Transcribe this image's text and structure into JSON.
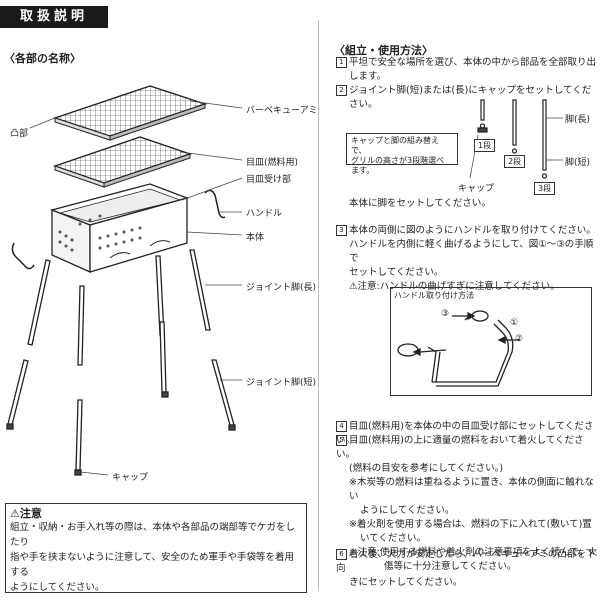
{
  "header": {
    "title": "取扱説明"
  },
  "left": {
    "section_title": "〈各部の名称〉",
    "parts": {
      "bbq_net": "バーベキューアミ",
      "convex": "凸部",
      "fuel_plate": "目皿(燃料用)",
      "fuel_holder": "目皿受け部",
      "handle": "ハンドル",
      "body": "本体",
      "leg_long": "ジョイント脚(長)",
      "leg_short": "ジョイント脚(短)",
      "cap": "キャップ"
    },
    "caution": {
      "title": "注意",
      "lines": [
        "組立・収納・お手入れ等の際は、本体や各部品の端部等でケガをしたり",
        "指や手を挟まないように注意して、安全のため軍手や手袋等を着用する",
        "ようにしてください。"
      ]
    }
  },
  "right": {
    "section_title": "〈組立・使用方法〉",
    "step1": [
      "平坦で安全な場所を選び、本体の中から部品を全部取り出",
      "します。"
    ],
    "step2": "ジョイント脚(短)または(長)にキャップをセットしてくだ",
    "step2_cont": "さい。",
    "note_box": [
      "キャップと脚の組み替えで、",
      "グリルの高さが3段階選べ",
      "ます。"
    ],
    "leg_label": "脚(長)",
    "leg_label2": "脚(短)",
    "levels": [
      "1段",
      "2段",
      "3段"
    ],
    "cap_label": "キャップ",
    "step2_end": "本体に脚をセットしてください。",
    "step3": [
      "本体の両側に図のようにハンドルを取り付けてください。",
      "ハンドルを内側に軽く曲げるようにして、図①〜③の手順で",
      "セットしてください。"
    ],
    "step3_warn": "注意:ハンドルの曲げすぎに注意してください。",
    "inset_title": "ハンドル取り付け方法",
    "inset_marks": [
      "③",
      "②",
      "①"
    ],
    "step4": "目皿(燃料用)を本体の中の目皿受け部にセットしてください。",
    "step5": [
      "目皿(燃料用)の上に適量の燃料をおいて着火してください。",
      "(燃料の目安を参考にしてください。)"
    ],
    "step5_notes": [
      "※木炭等の燃料は重ねるように置き、本体の側面に触れない",
      "ようにしてください。",
      "※着火剤を使用する場合は、燃料の下に入れて(敷いて)置",
      "いてください。"
    ],
    "step5_warn": [
      "注意:使用する燃料や着火剤の注意事項をよく読んで、火",
      "傷等に十分注意してください。"
    ],
    "step6": [
      "着火後、火力が安定したら、バーベキューアミの凸部を下向",
      "きにセットしてください。"
    ]
  }
}
